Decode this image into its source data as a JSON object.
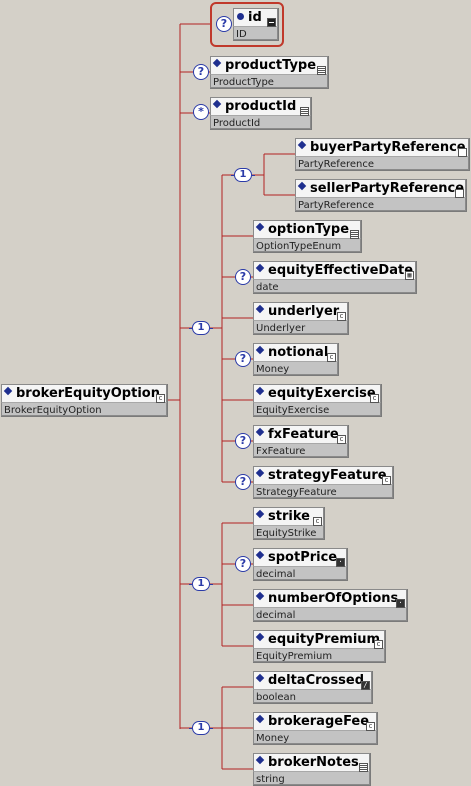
{
  "root": {
    "name": "brokerEquityOption",
    "type": "BrokerEquityOption"
  },
  "attribute": {
    "name": "id",
    "type": "ID",
    "cardinality": "?"
  },
  "top_elements": [
    {
      "name": "productType",
      "type": "ProductType",
      "cardinality": "?"
    },
    {
      "name": "productId",
      "type": "ProductId",
      "cardinality": "*"
    }
  ],
  "sequences": [
    {
      "label": "1",
      "items": [
        {
          "label": "1",
          "items": [
            {
              "name": "buyerPartyReference",
              "type": "PartyReference",
              "cardinality": ""
            },
            {
              "name": "sellerPartyReference",
              "type": "PartyReference",
              "cardinality": ""
            }
          ]
        }
      ]
    }
  ],
  "group_main": {
    "label": "1",
    "items": [
      {
        "name": "optionType",
        "type": "OptionTypeEnum",
        "cardinality": ""
      },
      {
        "name": "equityEffectiveDate",
        "type": "date",
        "cardinality": "?"
      },
      {
        "name": "underlyer",
        "type": "Underlyer",
        "cardinality": ""
      },
      {
        "name": "notional",
        "type": "Money",
        "cardinality": "?"
      },
      {
        "name": "equityExercise",
        "type": "EquityExercise",
        "cardinality": ""
      },
      {
        "name": "fxFeature",
        "type": "FxFeature",
        "cardinality": "?"
      },
      {
        "name": "strategyFeature",
        "type": "StrategyFeature",
        "cardinality": "?"
      }
    ]
  },
  "group_strike": {
    "label": "1",
    "items": [
      {
        "name": "strike",
        "type": "EquityStrike",
        "cardinality": ""
      },
      {
        "name": "spotPrice",
        "type": "decimal",
        "cardinality": "?"
      },
      {
        "name": "numberOfOptions",
        "type": "decimal",
        "cardinality": ""
      },
      {
        "name": "equityPremium",
        "type": "EquityPremium",
        "cardinality": ""
      }
    ]
  },
  "group_broker": {
    "label": "1",
    "items": [
      {
        "name": "deltaCrossed",
        "type": "boolean",
        "cardinality": ""
      },
      {
        "name": "brokerageFee",
        "type": "Money",
        "cardinality": ""
      },
      {
        "name": "brokerNotes",
        "type": "string",
        "cardinality": ""
      }
    ]
  },
  "colors": {
    "wire": "#b22222",
    "accent": "#2a3aa8",
    "background": "#d4d0c8"
  }
}
